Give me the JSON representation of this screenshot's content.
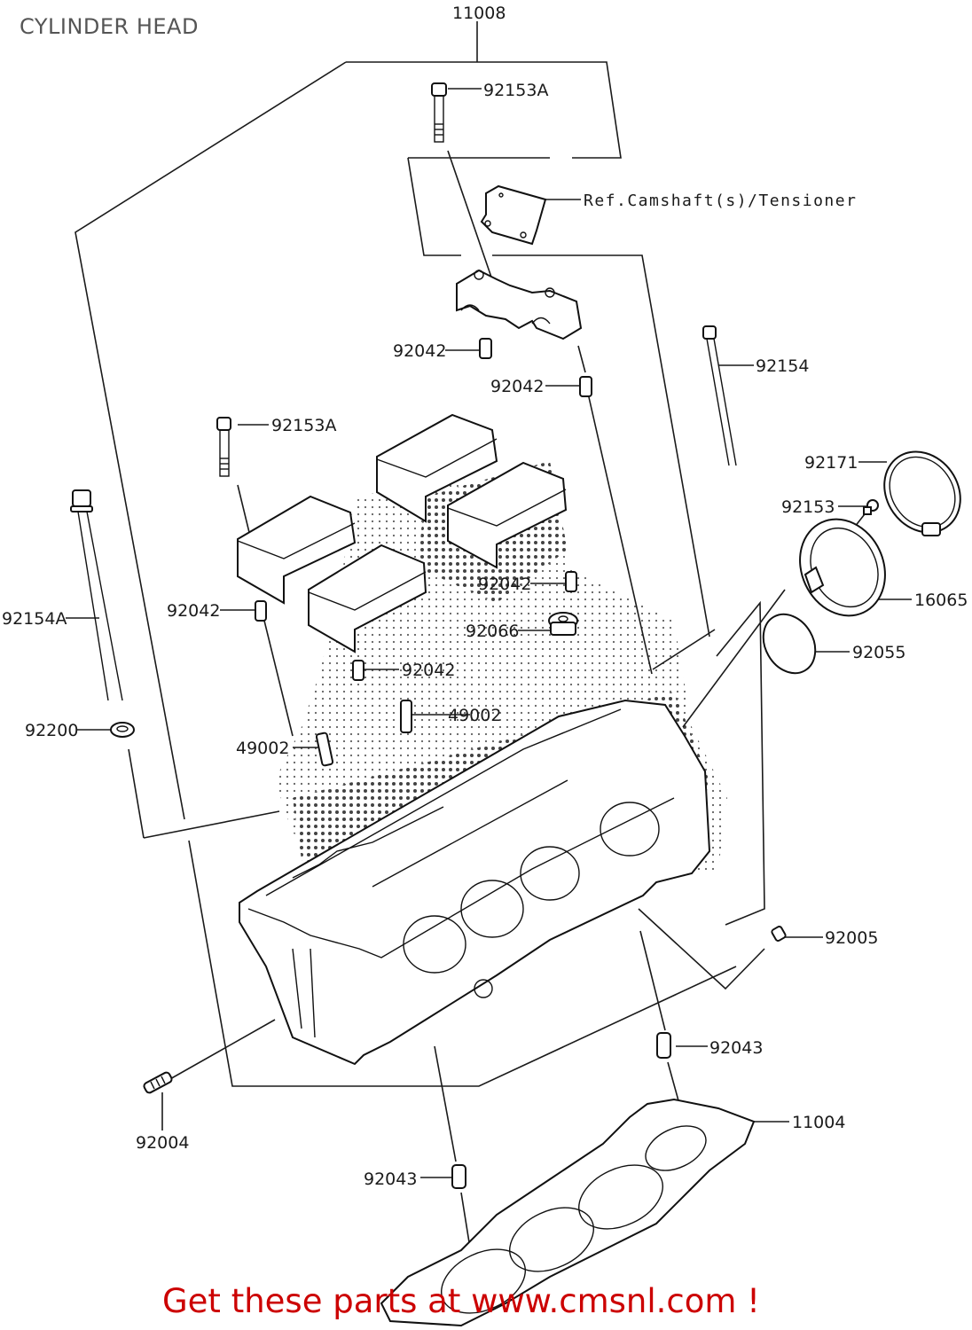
{
  "title": "CYLINDER HEAD",
  "footer_text": "Get these parts at www.cmsnl.com !",
  "colors": {
    "footer": "#cc0000",
    "title": "#555555",
    "line": "#1a1a1a"
  },
  "parts": {
    "p11008": "11008",
    "p92153A_top": "92153A",
    "ref_camshaft": "Ref.Camshaft(s)/Tensioner",
    "p92042_a": "92042",
    "p92042_b": "92042",
    "p92154": "92154",
    "p92153A_left": "92153A",
    "p92171": "92171",
    "p92153": "92153",
    "p16065": "16065",
    "p92154A": "92154A",
    "p92042_c": "92042",
    "p92042_d": "92042",
    "p92066": "92066",
    "p92055": "92055",
    "p92042_e": "92042",
    "p49002_a": "49002",
    "p92200": "92200",
    "p49002_b": "49002",
    "p92005": "92005",
    "p92043_a": "92043",
    "p11004": "11004",
    "p92004": "92004",
    "p92043_b": "92043"
  }
}
